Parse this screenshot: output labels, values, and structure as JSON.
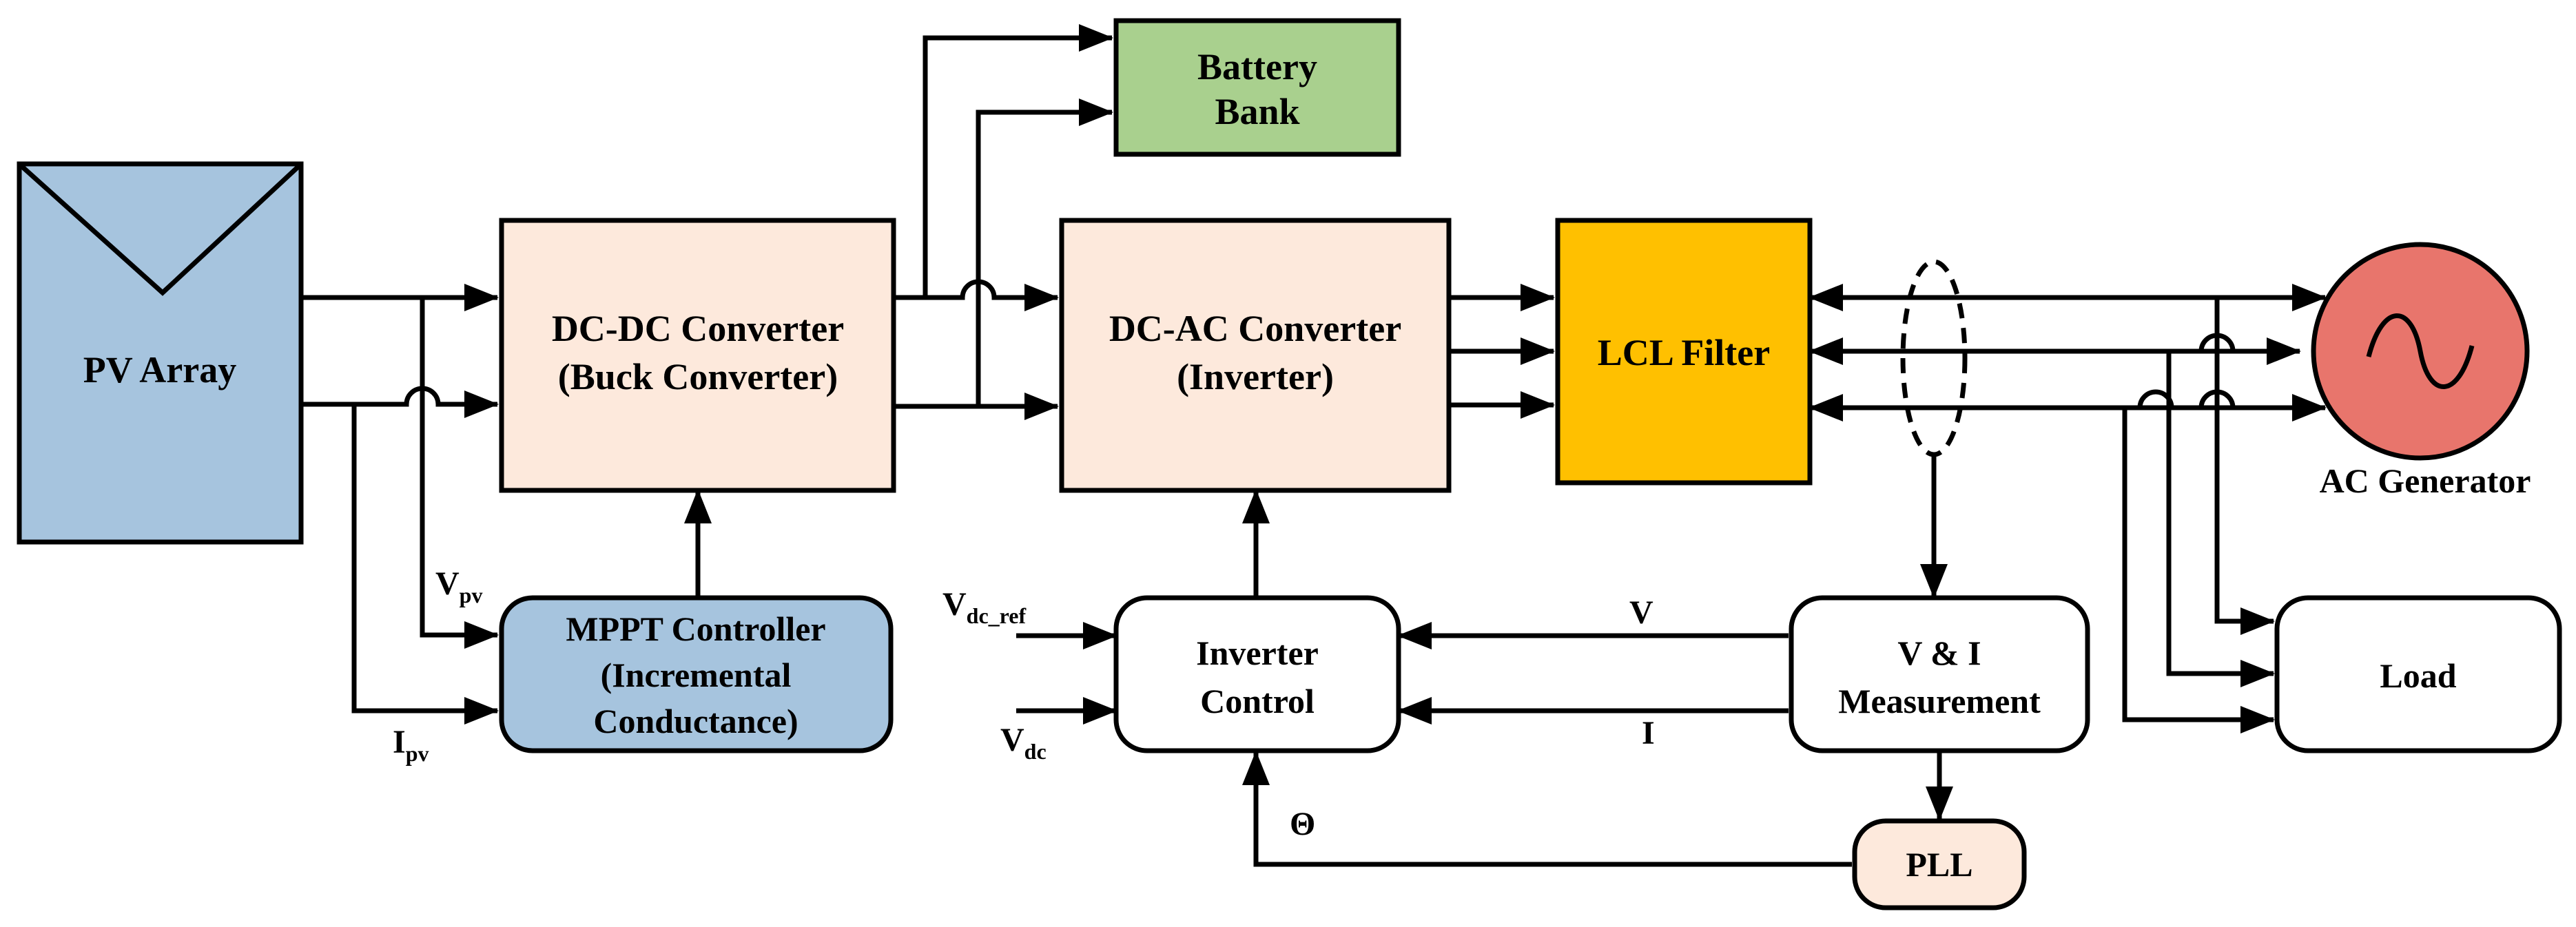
{
  "blocks": {
    "pv_array": "PV Array",
    "dcdc_line1": "DC-DC Converter",
    "dcdc_line2": "(Buck Converter)",
    "battery_line1": "Battery",
    "battery_line2": "Bank",
    "dcac_line1": "DC-AC Converter",
    "dcac_line2": "(Inverter)",
    "lcl": "LCL Filter",
    "ac_gen": "AC Generator",
    "mppt_line1": "MPPT Controller",
    "mppt_line2": "(Incremental",
    "mppt_line3": "Conductance)",
    "inv_ctrl_line1": "Inverter",
    "inv_ctrl_line2": "Control",
    "vi_line1": "V & I",
    "vi_line2": "Measurement",
    "pll": "PLL",
    "load": "Load"
  },
  "signals": {
    "vpv_main": "V",
    "vpv_sub": "pv",
    "ipv_main": "I",
    "ipv_sub": "pv",
    "vdcref_main": "V",
    "vdcref_sub": "dc_ref",
    "vdc_main": "V",
    "vdc_sub": "dc",
    "v": "V",
    "i": "I",
    "theta": "Θ"
  },
  "colors": {
    "pv_array": "#a6c4de",
    "converter": "#fde9dc",
    "battery": "#a9d08e",
    "lcl": "#ffc000",
    "ac_gen": "#e8756c",
    "mppt": "#a6c4de",
    "control": "#ffffff",
    "pll": "#fde9dc"
  }
}
